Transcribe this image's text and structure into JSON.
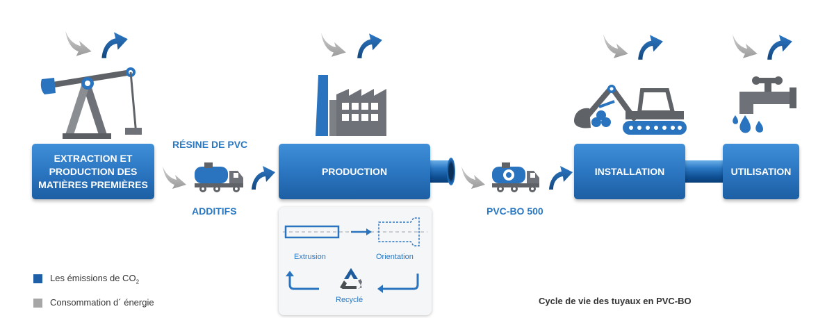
{
  "stages": {
    "extraction": "EXTRACTION ET PRODUCTION DES MATIÈRES PREMIÈRES",
    "production": "PRODUCTION",
    "installation": "INSTALLATION",
    "utilisation": "UTILISATION"
  },
  "labels": {
    "resine": "RÉSINE DE PVC",
    "additifs": "ADDITIFS",
    "pvcbo": "PVC-BO 500"
  },
  "process": {
    "extrusion": "Extrusion",
    "orientation": "Orientation",
    "recycle": "Recyclé"
  },
  "legend": {
    "emissions_prefix": "Les émissions de CO",
    "emissions_sub": "2",
    "energy": "Consommation d´ énergie",
    "emissions_color": "#1f5fa8",
    "energy_color": "#a6a6a6"
  },
  "caption": "Cycle de vie des tuyaux en PVC-BO",
  "colors": {
    "stage_blue": "#2a74bf",
    "arrow_blue": "#1f5fa8",
    "arrow_gray": "#b4b4b4",
    "text_blue": "#2a77c2",
    "icon_gray": "#6e7278"
  }
}
